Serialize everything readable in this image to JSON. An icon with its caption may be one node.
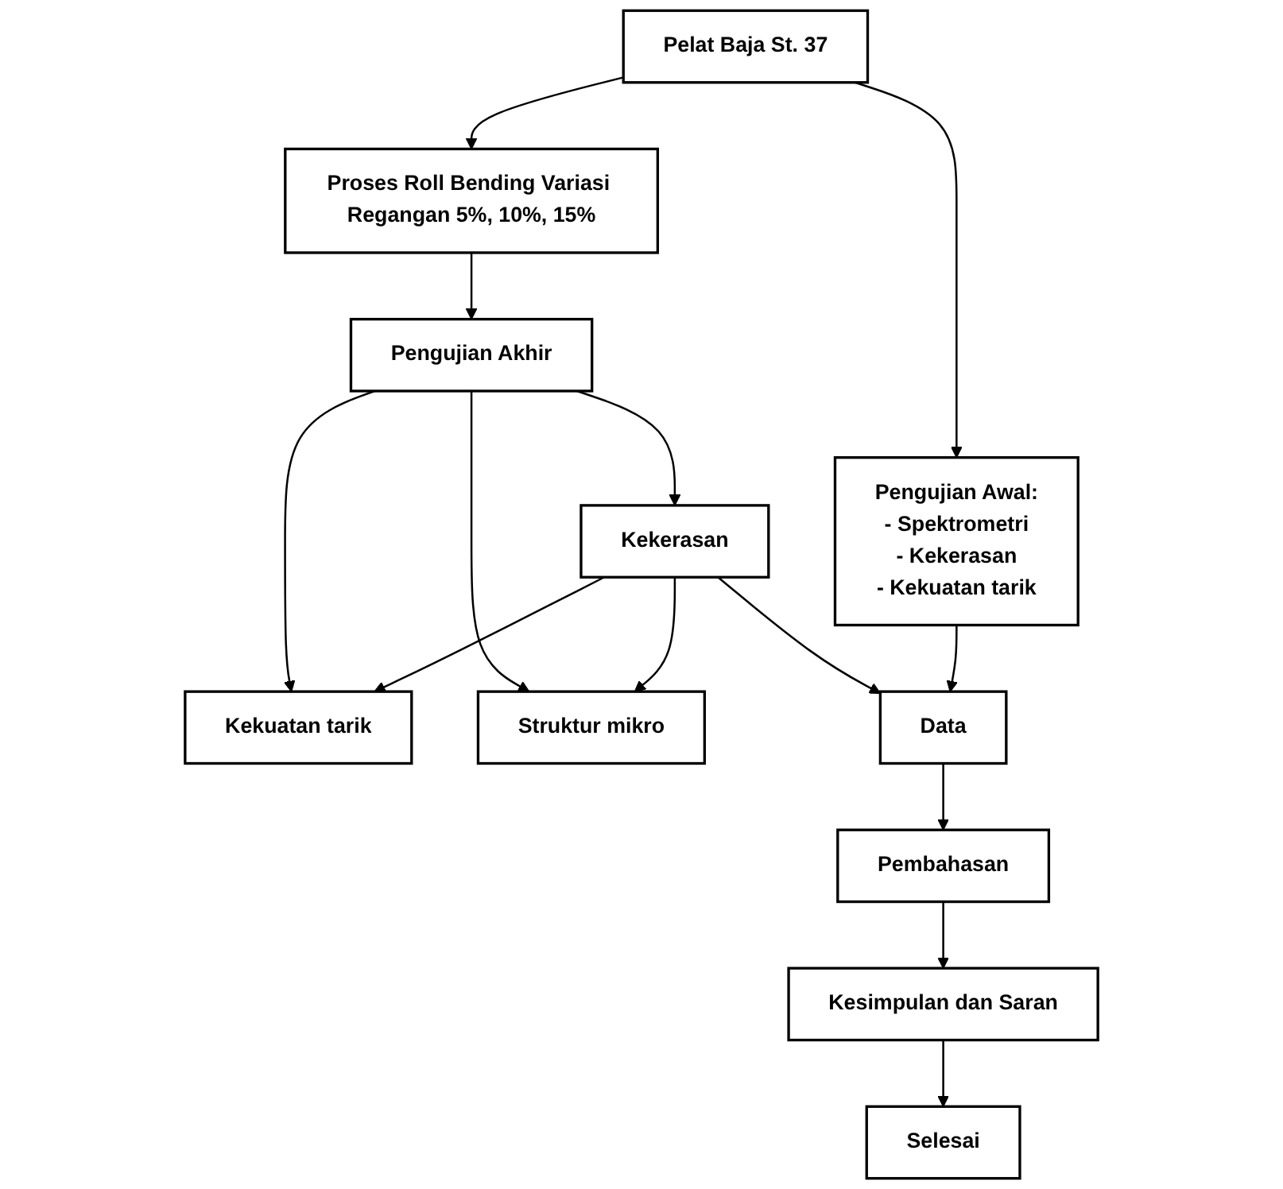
{
  "diagram": {
    "nodes": [
      {
        "text": [
          "Pelat Baja St. 37"
        ]
      },
      {
        "text": [
          "Proses Roll Bending Variasi Regangan 5%, 10%, 15%"
        ]
      },
      {
        "text": [
          "Pengujian Awal:",
          "- Spektrometri",
          "- Kekerasan",
          "- Kekuatan tarik"
        ]
      },
      {
        "text": [
          "Pengujian Akhir"
        ]
      },
      {
        "text": [
          "Kekuatan tarik"
        ]
      },
      {
        "text": [
          "Kekerasan"
        ]
      },
      {
        "text": [
          "Struktur mikro"
        ]
      },
      {
        "text": [
          "Data"
        ]
      },
      {
        "text": [
          "Pembahasan"
        ]
      },
      {
        "text": [
          "Kesimpulan dan Saran"
        ]
      },
      {
        "text": [
          "Selesai"
        ]
      }
    ],
    "edges": [
      {
        "from": 0,
        "to": 1,
        "arrow": "to"
      },
      {
        "from": 0,
        "to": 2,
        "arrow": "to"
      },
      {
        "from": 1,
        "to": 3,
        "arrow": "to"
      },
      {
        "from": 3,
        "to": 4,
        "arrow": "to"
      },
      {
        "from": 3,
        "to": 5,
        "arrow": "to"
      },
      {
        "from": 3,
        "to": 6,
        "arrow": "to"
      },
      {
        "from": 5,
        "to": 7,
        "arrow": "to"
      },
      {
        "from": 5,
        "to": 4,
        "arrow": "to"
      },
      {
        "from": 5,
        "to": 6,
        "arrow": "to"
      },
      {
        "from": 2,
        "to": 7,
        "arrow": "to"
      },
      {
        "from": 7,
        "to": 8,
        "arrow": "to"
      },
      {
        "from": 8,
        "to": 9,
        "arrow": "to"
      },
      {
        "from": 9,
        "to": 10,
        "arrow": "to"
      }
    ]
  }
}
